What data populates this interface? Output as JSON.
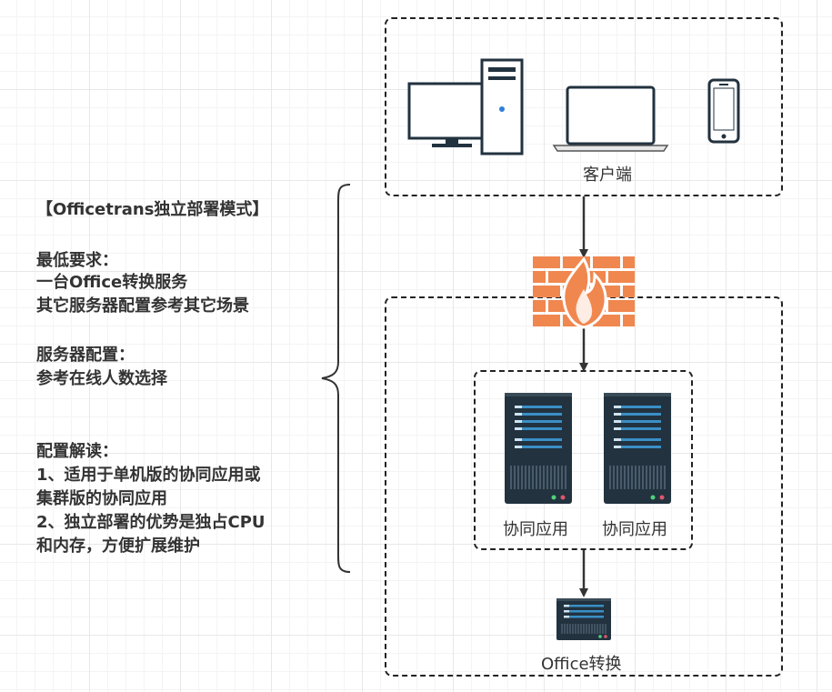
{
  "title": "【Officetrans独立部署模式】",
  "requirements": {
    "heading": "最低要求：",
    "lines": [
      "一台Office转换服务",
      "其它服务器配置参考其它场景"
    ]
  },
  "server_config": {
    "heading": "服务器配置：",
    "lines": [
      "参考在线人数选择"
    ]
  },
  "interpretation": {
    "heading": "配置解读：",
    "lines": [
      "1、适用于单机版的协同应用或",
      "集群版的协同应用",
      "2、独立部署的优势是独占CPU",
      "和内存，方便扩展维护"
    ]
  },
  "client_label": "客户端",
  "app_labels": [
    "协同应用",
    "协同应用"
  ],
  "office_label": "Office转换",
  "colors": {
    "firewall": "#f0874f",
    "server_body": "#22323f",
    "server_stripe": "#3a8fc5",
    "device_outline": "#22323f",
    "dash_border": "#222222"
  }
}
